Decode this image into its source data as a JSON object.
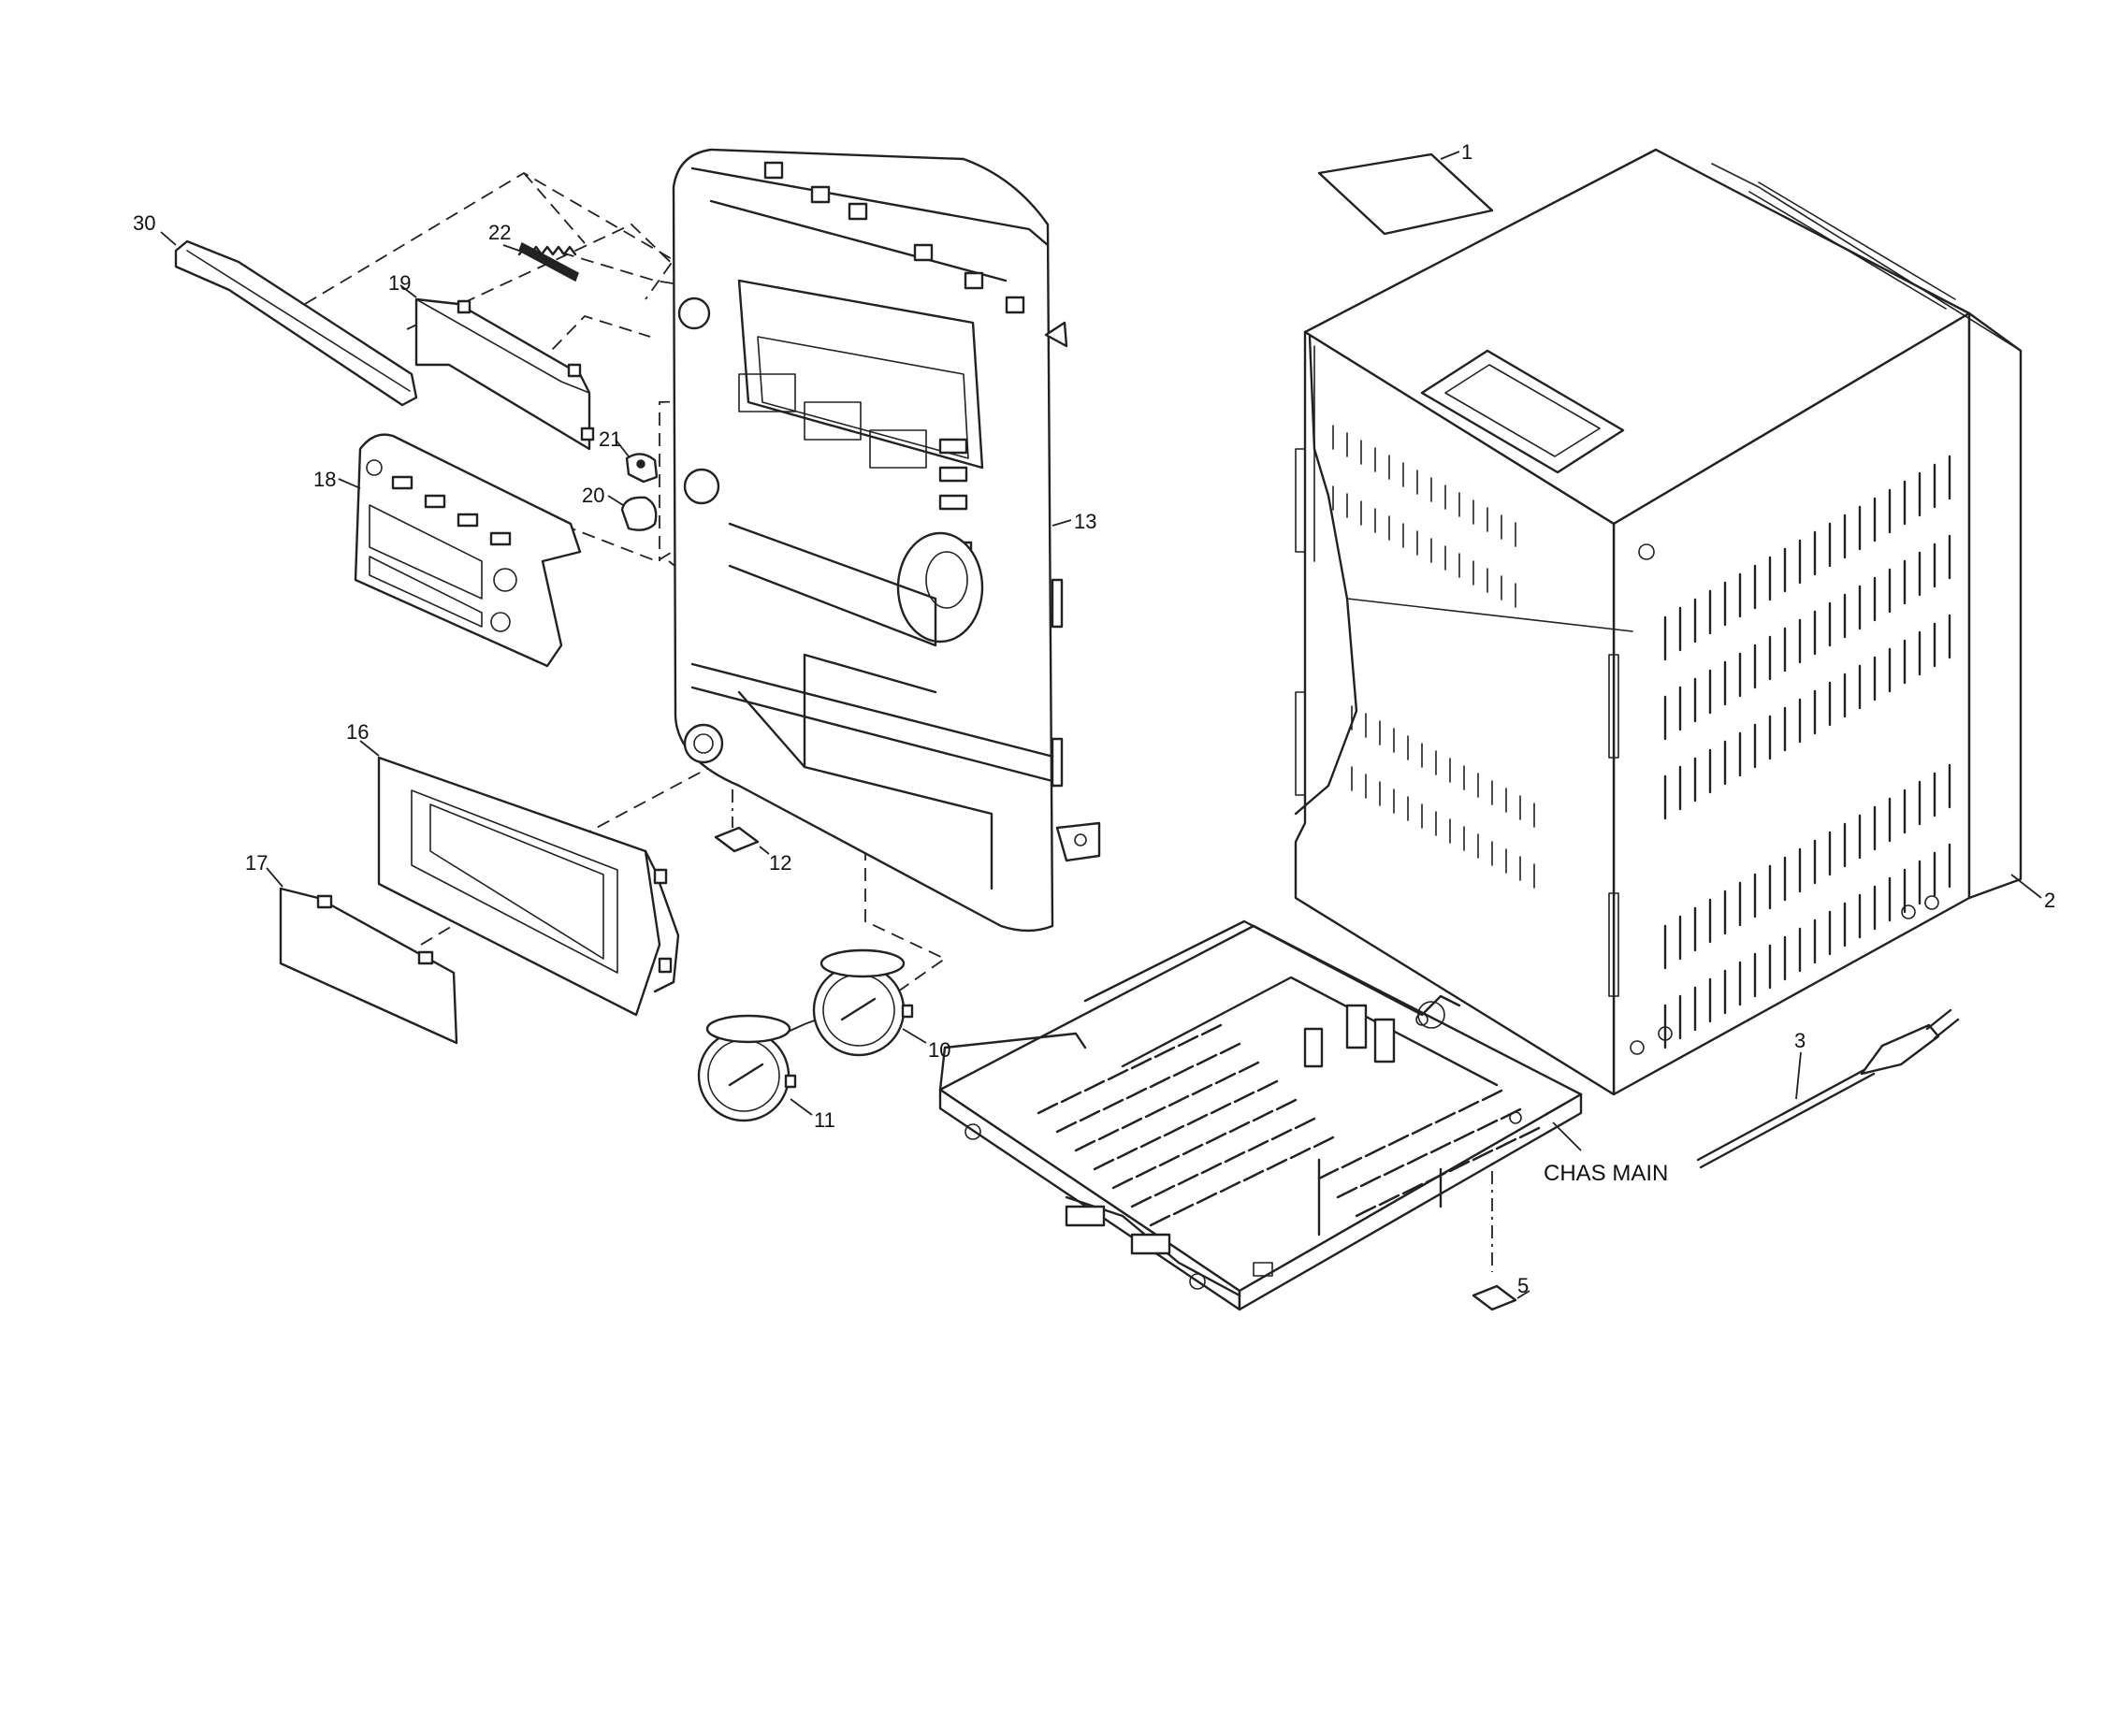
{
  "callouts": {
    "c1": "1",
    "c2": "2",
    "c3": "3",
    "c5": "5",
    "c10": "10",
    "c11": "11",
    "c12": "12",
    "c13": "13",
    "c16": "16",
    "c17": "17",
    "c18": "18",
    "c19": "19",
    "c20": "20",
    "c21": "21",
    "c22": "22",
    "c30": "30",
    "chas_main": "CHAS MAIN"
  },
  "colors": {
    "line": "#222222",
    "background": "#ffffff"
  }
}
